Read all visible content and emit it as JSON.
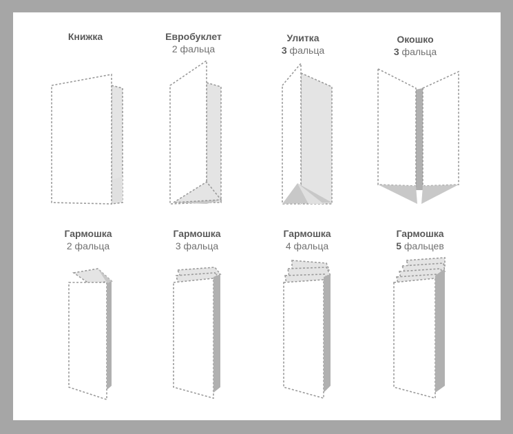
{
  "folds": [
    {
      "title": "Книжка",
      "count": "",
      "unit": ""
    },
    {
      "title": "Евробуклет",
      "count": "2",
      "unit": "фальца"
    },
    {
      "title": "Улитка",
      "count": "3",
      "unit": "фальца"
    },
    {
      "title": "Окошко",
      "count": "3",
      "unit": "фальца"
    },
    {
      "title": "Гармошка",
      "count": "2",
      "unit": "фальца"
    },
    {
      "title": "Гармошка",
      "count": "3",
      "unit": "фальца"
    },
    {
      "title": "Гармошка",
      "count": "4",
      "unit": "фальца"
    },
    {
      "title": "Гармошка",
      "count": "5",
      "unit": "фальцев"
    }
  ]
}
